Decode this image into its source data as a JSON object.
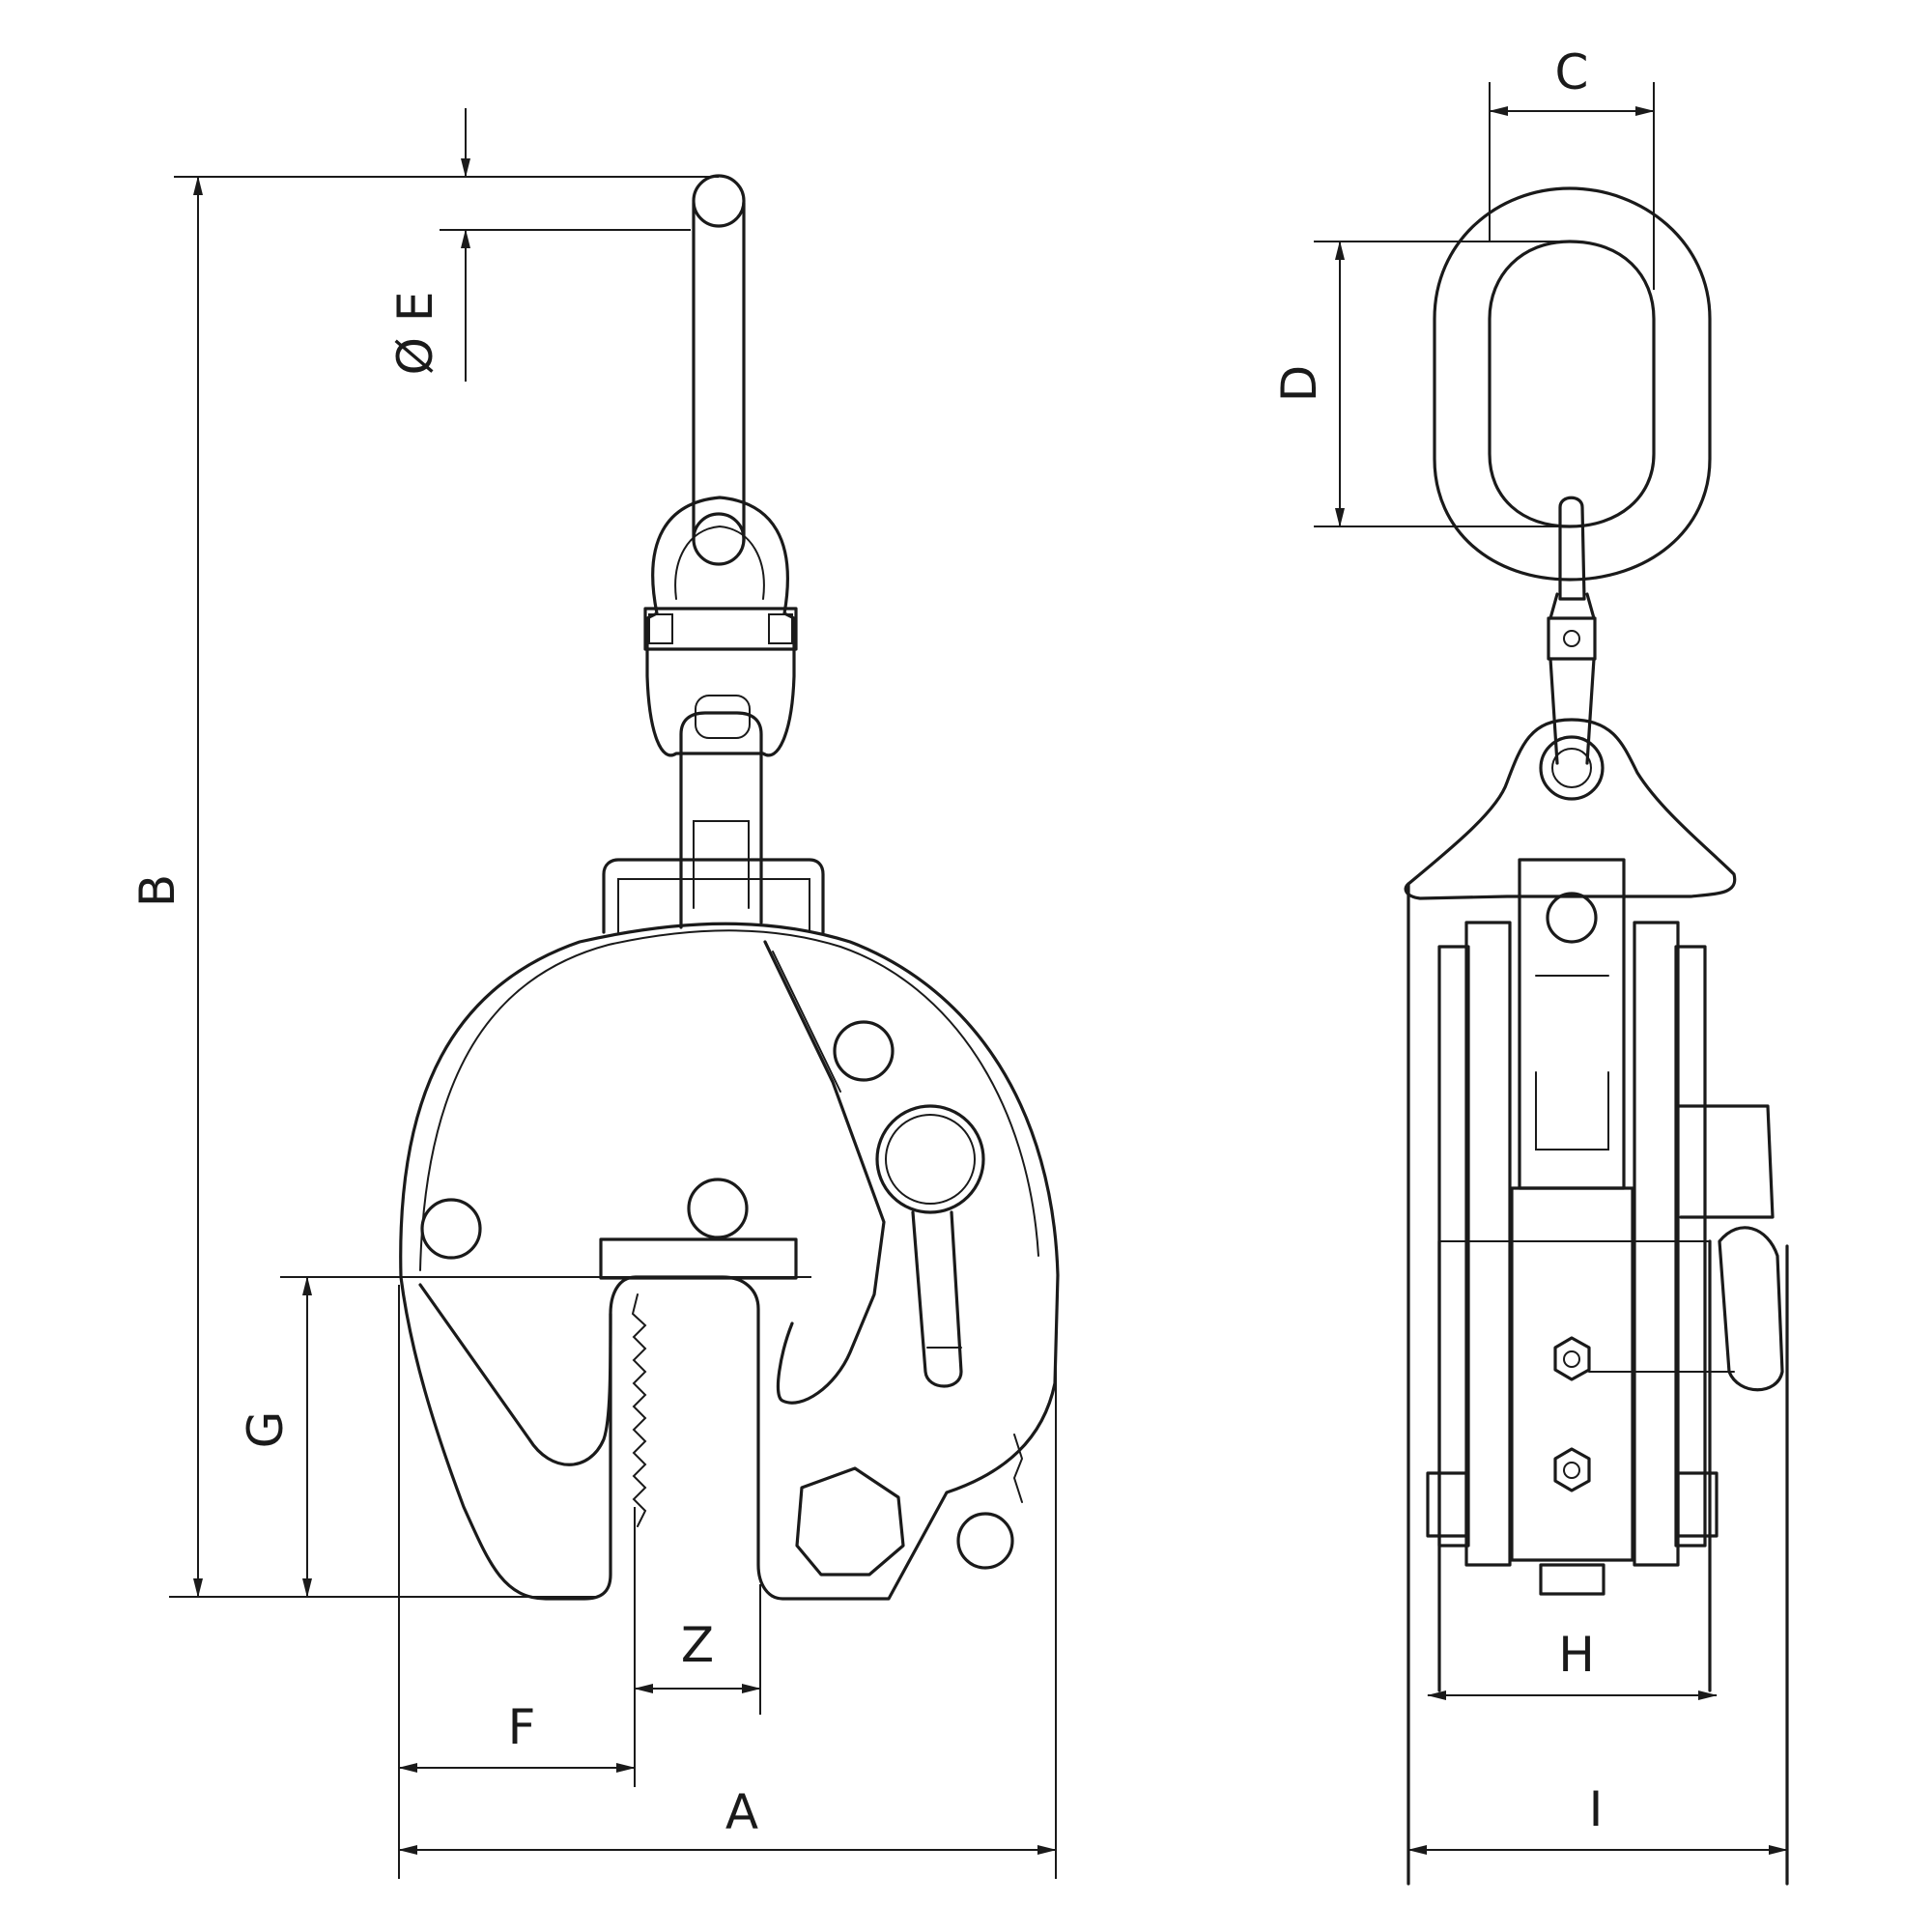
{
  "diagram": {
    "dimension_labels": {
      "A": "A",
      "B": "B",
      "C": "C",
      "D": "D",
      "E": "Ø E",
      "F": "F",
      "G": "G",
      "H": "H",
      "I": "I",
      "Z": "Z"
    }
  },
  "colors": {
    "line": "#1a1a1a",
    "background": "#ffffff"
  }
}
